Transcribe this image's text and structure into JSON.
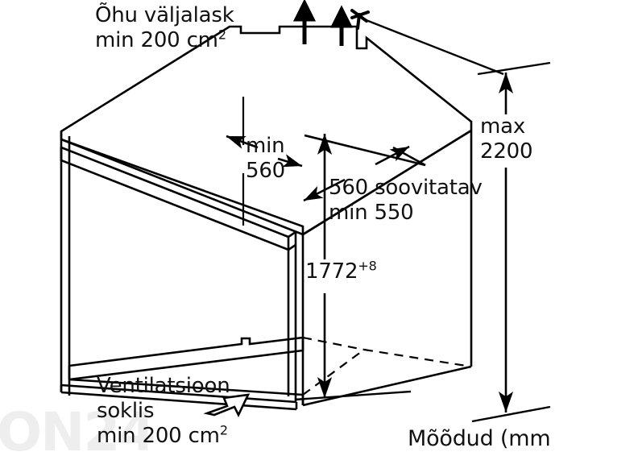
{
  "diagram": {
    "title_visible": false,
    "type": "technical-installation-drawing",
    "subject": "built-in refrigerator niche cabinet",
    "language": "Estonian",
    "units_note": "Mõõdud (mm",
    "line_color": "#000000",
    "background_color": "#ffffff",
    "watermark": "ON24"
  },
  "labels": {
    "air_outlet": "Õhu väljalask\nmin 200 cm",
    "air_outlet_superscript": "2",
    "min_width": "min\n560",
    "depth": "560 soovitatav\nmin 550",
    "height_value": "1772",
    "height_tolerance": "+8",
    "max_height": "max\n2200",
    "ventilation": "Ventilatsioon\nsoklis\nmin 200 cm",
    "ventilation_superscript": "2",
    "dimensions_note": "Mõõdud (mm"
  },
  "icons": {
    "airflow_up_arrow_1": "arrow-up-icon",
    "airflow_up_arrow_2": "arrow-up-icon",
    "airflow_cross": "airflow-cross-icon",
    "plinth_inlet_arrow": "hollow-arrow-icon"
  },
  "dimension_lines": [
    {
      "name": "min-width-dimension",
      "label": "min 560",
      "orientation": "horizontal",
      "arrow_ends": [
        "left",
        "right"
      ]
    },
    {
      "name": "depth-dimension",
      "label": "560 soovitatav min 550",
      "orientation": "diagonal",
      "arrow_ends": [
        "lower-left",
        "upper-right"
      ]
    },
    {
      "name": "niche-height-dimension",
      "label": "1772 +8",
      "orientation": "vertical",
      "arrow_ends": [
        "top",
        "bottom"
      ]
    },
    {
      "name": "max-height-dimension",
      "label": "max 2200",
      "orientation": "vertical",
      "arrow_ends": [
        "top",
        "bottom"
      ]
    }
  ]
}
